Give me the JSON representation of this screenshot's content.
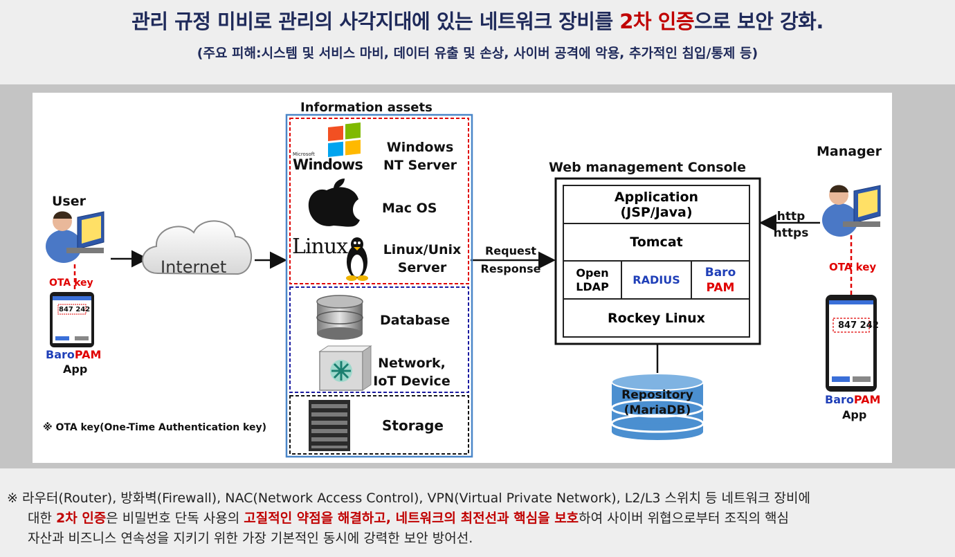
{
  "header": {
    "title_part1": "관리 규정 미비로 관리의 사각지대에 있는 네트워크 장비를 ",
    "title_highlight": "2차 인증",
    "title_part2": "으로 보안 강화.",
    "subtitle": "(주요 피해:시스템 및 서비스 마비, 데이터 유출 및 손상, 사이버 공격에 악용, 추가적인 침입/통제 등)"
  },
  "diagram": {
    "user": {
      "label": "User",
      "ota_key": "OTA key",
      "phone_code": "847 242",
      "app_brand_baro": "Baro",
      "app_brand_pam": "PAM",
      "app_label": "App"
    },
    "internet": "Internet",
    "info_assets": {
      "title": "Information assets",
      "windows_logo_small": "Microsoft",
      "windows_logo": "Windows",
      "windows_label": "Windows\nNT Server",
      "mac_label": "Mac OS",
      "linux_logo": "Linux",
      "linux_label": "Linux/Unix\nServer",
      "database_label": "Database",
      "network_label": "Network,\nIoT Device",
      "storage_label": "Storage"
    },
    "request_response": "Request\nResponse",
    "console": {
      "title": "Web management Console",
      "application": "Application\n(JSP/Java)",
      "tomcat": "Tomcat",
      "open_ldap": "Open\nLDAP",
      "radius": "RADIUS",
      "baro_pam_baro": "Baro",
      "baro_pam_pam": "PAM",
      "rockey": "Rockey Linux"
    },
    "repository": "Repository\n(MariaDB)",
    "manager": {
      "label": "Manager",
      "http": "http\nhttps",
      "ota_key": "OTA key",
      "phone_code": "847 242",
      "app_brand_baro": "Baro",
      "app_brand_pam": "PAM",
      "app_label": "App"
    },
    "ota_note": "※ OTA key(One-Time Authentication key)"
  },
  "footer": {
    "p1": "※ 라우터(Router), 방화벽(Firewall), NAC(Network Access Control), VPN(Virtual Private Network), L2/L3 스위치 등 네트워크 장비에",
    "p2a": "대한 ",
    "p2b": "2차 인증",
    "p2c": "은 비밀번호 단독 사용의 ",
    "p2d": "고질적인 약점을 해결하고, 네트워크의 최전선과 핵심을 보호",
    "p2e": "하여 사이버 위협으로부터 조직의 핵심",
    "p3": "자산과 비즈니스 연속성을 지키기 위한 가장 기본적인 동시에 강력한 보안 방어선."
  },
  "colors": {
    "title": "#1f2a5a",
    "accent_red": "#c00000",
    "brand_blue": "#1f3fb8",
    "ota_red": "#e00000",
    "assets_border": "#4a86c8",
    "repository": "#4b8fd0"
  }
}
